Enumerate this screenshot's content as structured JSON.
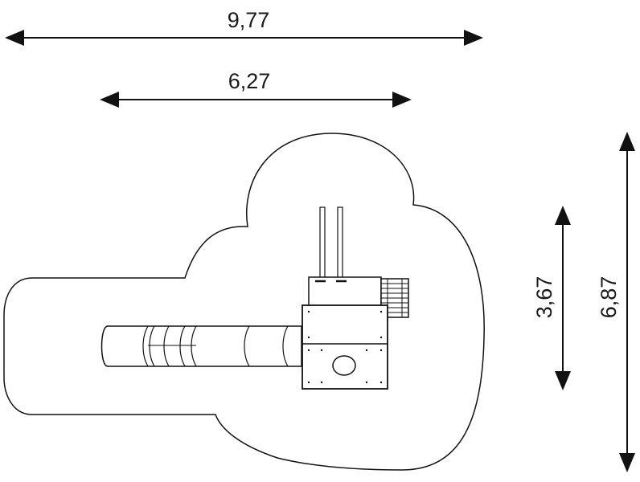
{
  "dimensions": {
    "total_width": "9,77",
    "structure_width": "6,27",
    "structure_depth": "3,67",
    "total_depth": "6,87"
  },
  "colors": {
    "line": "#111111",
    "background": "#ffffff"
  }
}
